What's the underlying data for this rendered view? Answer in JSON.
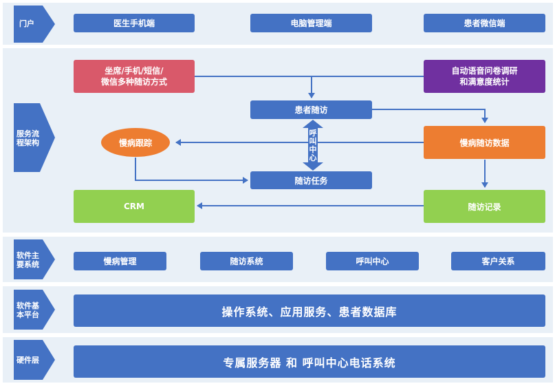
{
  "colors": {
    "row_bg": "#e9f0f7",
    "blue": "#4472c4",
    "red": "#d9596a",
    "purple": "#7030a0",
    "orange": "#ed7d31",
    "green": "#92d050"
  },
  "rows": {
    "portal": {
      "label": "门户"
    },
    "process": {
      "label": "服务流\n程架构"
    },
    "software": {
      "label": "软件主\n要系统"
    },
    "platform": {
      "label": "软件基\n本平台"
    },
    "hardware": {
      "label": "硬件层"
    }
  },
  "portal": {
    "mobile": "医生手机端",
    "pc": "电脑管理端",
    "wechat": "患者微信端"
  },
  "process": {
    "channels": "坐席/手机/短信/\n微信多种随访方式",
    "survey": "自动语音问卷调研\n和满意度统计",
    "patient_followup": "患者随访",
    "callcenter": "呼\n叫\n中\n心",
    "chronic_tracking": "慢病跟踪",
    "chronic_data": "慢病随访数据",
    "task": "随访任务",
    "crm": "CRM",
    "record": "随访记录"
  },
  "software": {
    "items": [
      "慢病管理",
      "随访系统",
      "呼叫中心",
      "客户关系"
    ]
  },
  "platform": {
    "text": "操作系统、应用服务、患者数据库"
  },
  "hardware": {
    "text": "专属服务器 和 呼叫中心电话系统"
  }
}
